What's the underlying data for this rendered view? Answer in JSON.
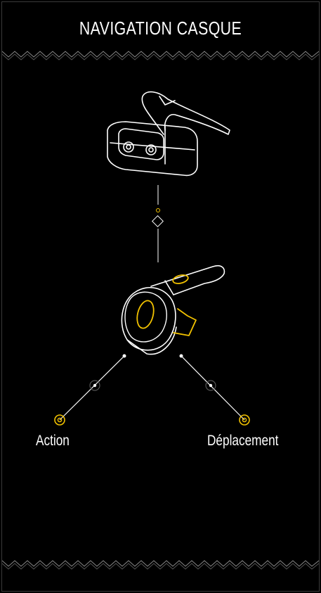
{
  "header": {
    "title": "NAVIGATION CASQUE"
  },
  "icons": {
    "headset": "vr-headset-icon",
    "controller": "vr-controller-icon"
  },
  "labels": {
    "action": "Action",
    "movement": "Déplacement"
  },
  "colors": {
    "background": "#000000",
    "line": "#ffffff",
    "accent": "#f2c200",
    "border": "#3a3a3a",
    "muted": "#555555"
  }
}
